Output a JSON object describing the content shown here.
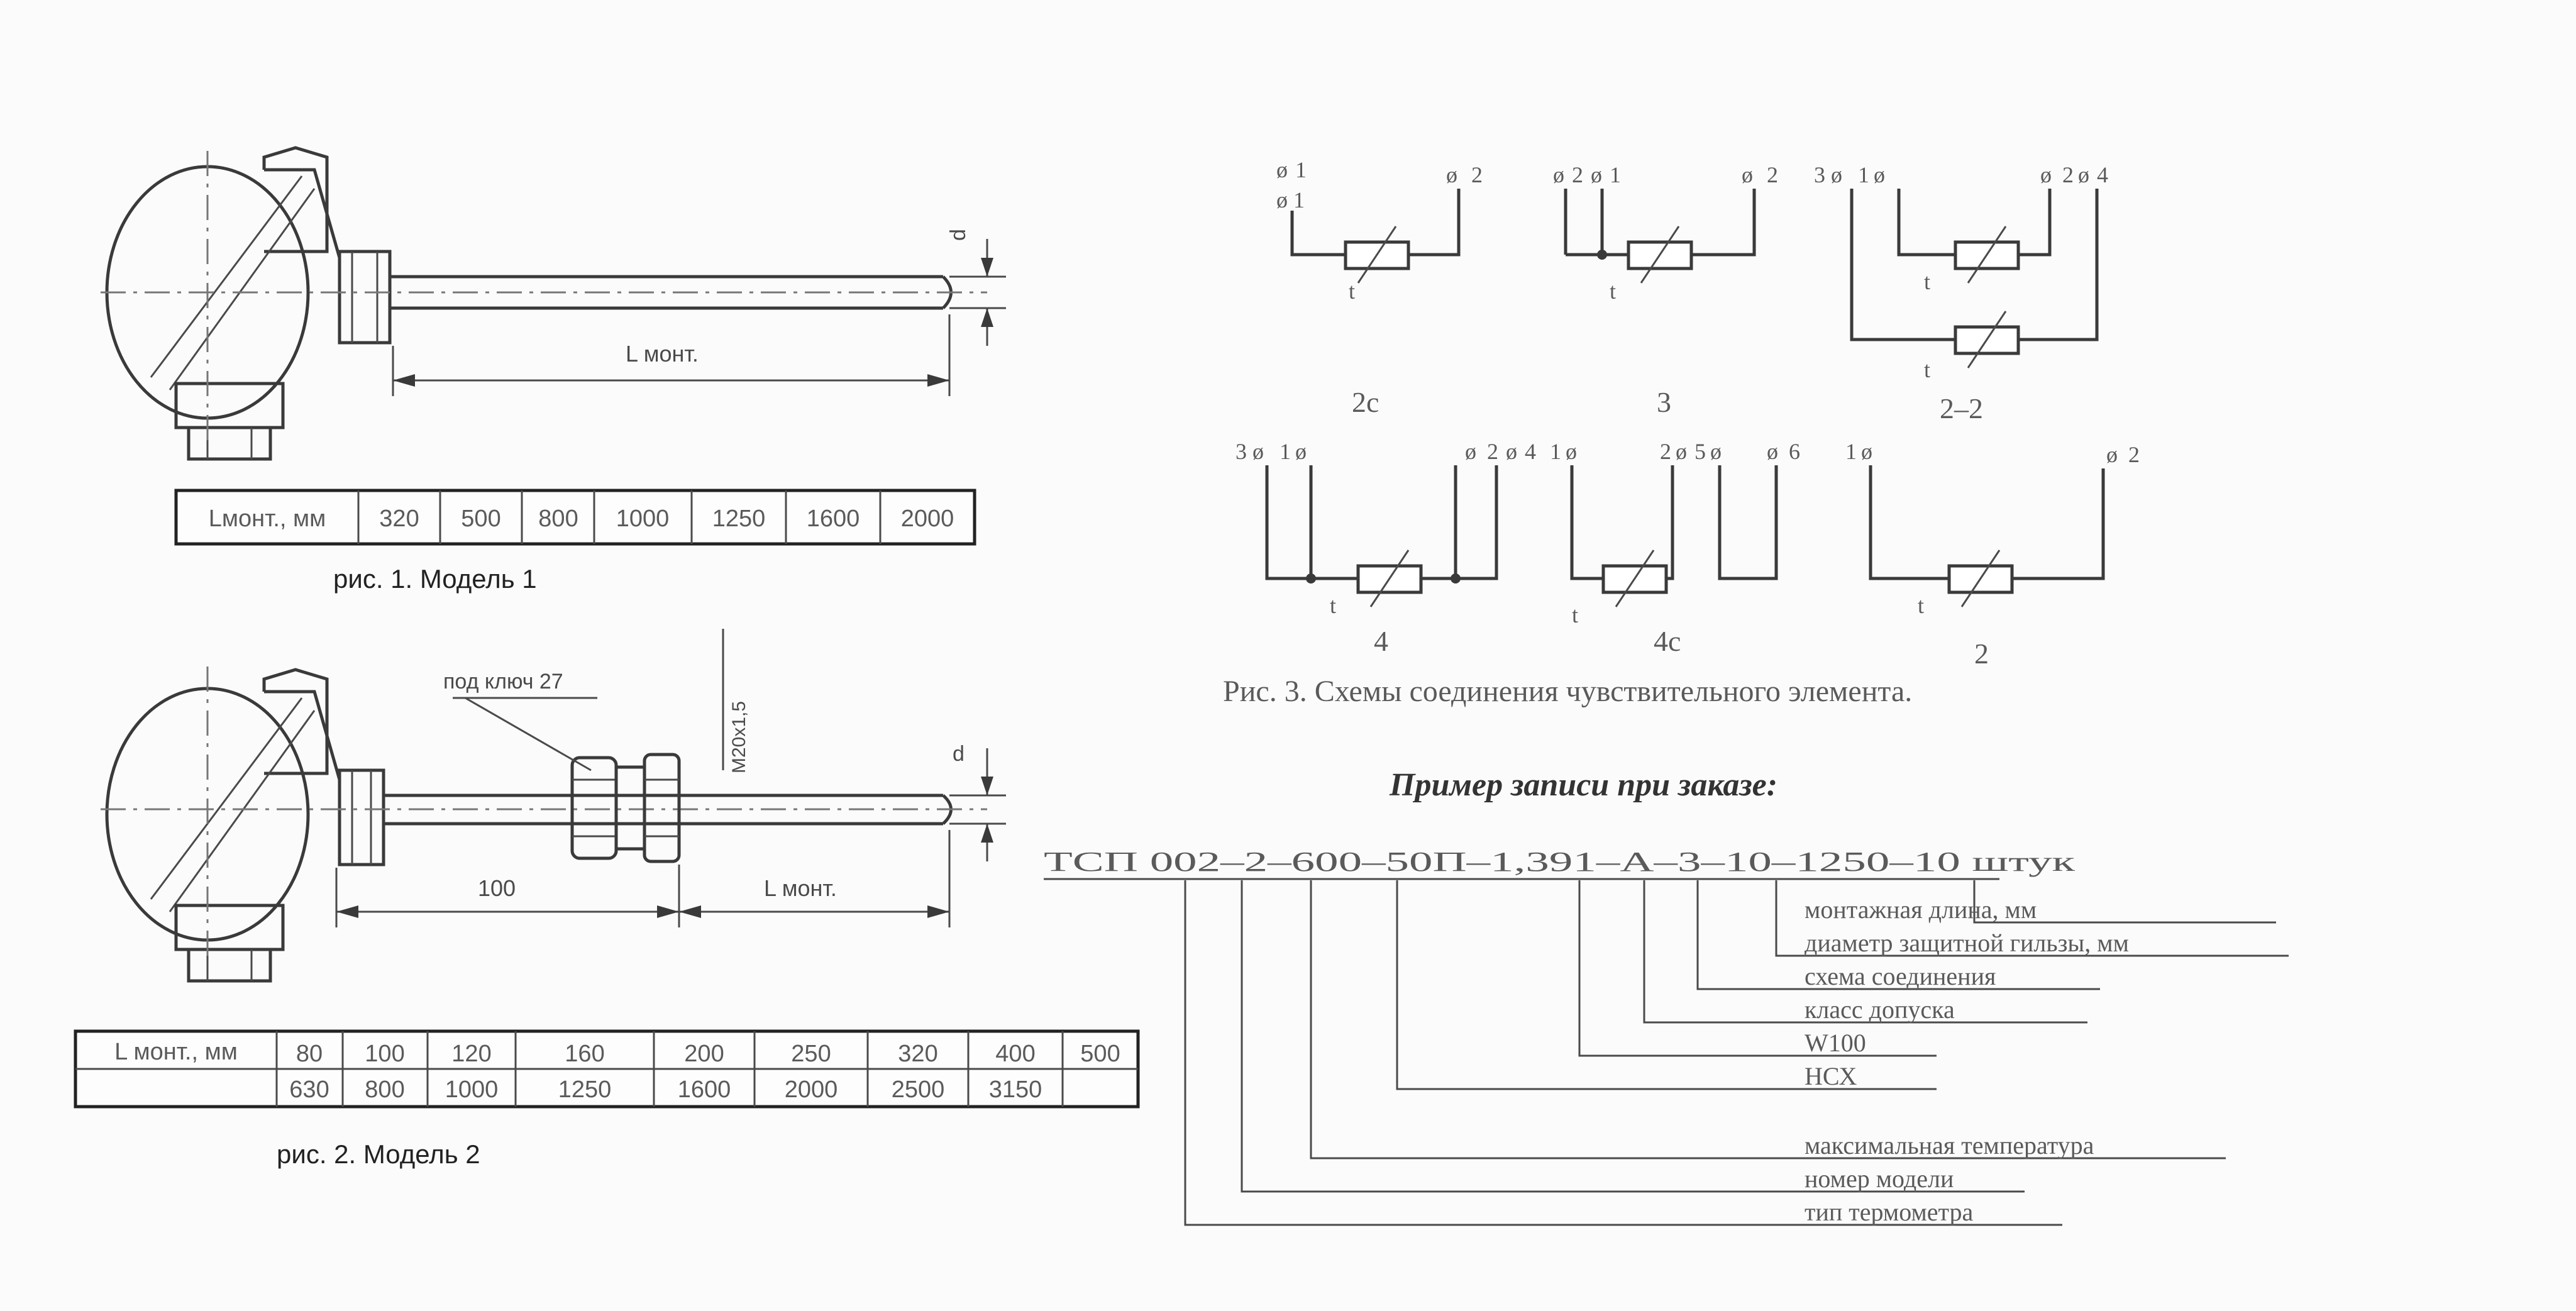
{
  "model1": {
    "caption": "рис. 1. Модель 1",
    "dim_l": "L монт.",
    "dim_d": "d",
    "table_header": "Lмонт., мм",
    "table_values": [
      "320",
      "500",
      "800",
      "1000",
      "1250",
      "1600",
      "2000"
    ]
  },
  "model2": {
    "caption": "рис. 2. Модель 2",
    "key_label": "под ключ 27",
    "thread_label": "M20x1,5",
    "dim_100": "100",
    "dim_l": "L монт.",
    "dim_d": "d",
    "table_header": "L монт., мм",
    "table_row1": [
      "80",
      "100",
      "120",
      "160",
      "200",
      "250",
      "320",
      "400",
      "500"
    ],
    "table_row2": [
      "630",
      "800",
      "1000",
      "1250",
      "1600",
      "2000",
      "2500",
      "3150",
      ""
    ]
  },
  "schemes": {
    "caption": "Рис. 3. Схемы соединения чувствительного элемента.",
    "items": [
      {
        "label": "2с",
        "t_left": "1",
        "t_right": "2",
        "res": "t"
      },
      {
        "label": "3",
        "t_left_a": "2",
        "t_left_b": "1",
        "t_right": "2",
        "res": "t"
      },
      {
        "label": "2–2",
        "t_3": "3",
        "t_1": "1",
        "t_2": "2",
        "t_4": "4",
        "res": "t"
      },
      {
        "label": "4",
        "t_3": "3",
        "t_1": "1",
        "t_2": "2",
        "t_4": "4",
        "res": "t"
      },
      {
        "label": "4с",
        "t_1": "1",
        "t_2": "2",
        "t_5": "5",
        "t_6": "6",
        "res": "t"
      },
      {
        "label": "2",
        "t_1": "1",
        "t_2": "2",
        "res": "t"
      }
    ]
  },
  "order": {
    "title": "Пример записи при заказе:",
    "code": "ТСП 002–2–600–50П–1,391–А–3–10–1250–10 штук",
    "labels": [
      "монтажная длина, мм",
      "диаметр защитной гильзы, мм",
      "схема соединения",
      "класс допуска",
      "W100",
      "НСХ",
      "максимальная температура",
      "номер модели",
      "тип термометра"
    ]
  }
}
